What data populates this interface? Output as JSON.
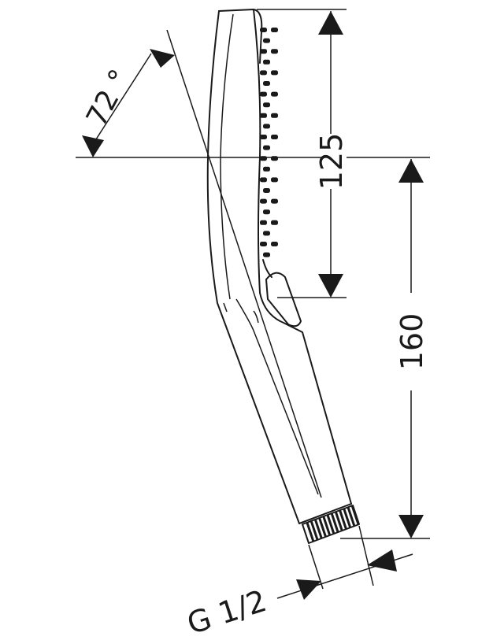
{
  "drawing": {
    "dimensions": {
      "angle": "72 °",
      "spray_face_length": "125",
      "overall_length": "160",
      "connection_thread": "G 1/2"
    }
  }
}
